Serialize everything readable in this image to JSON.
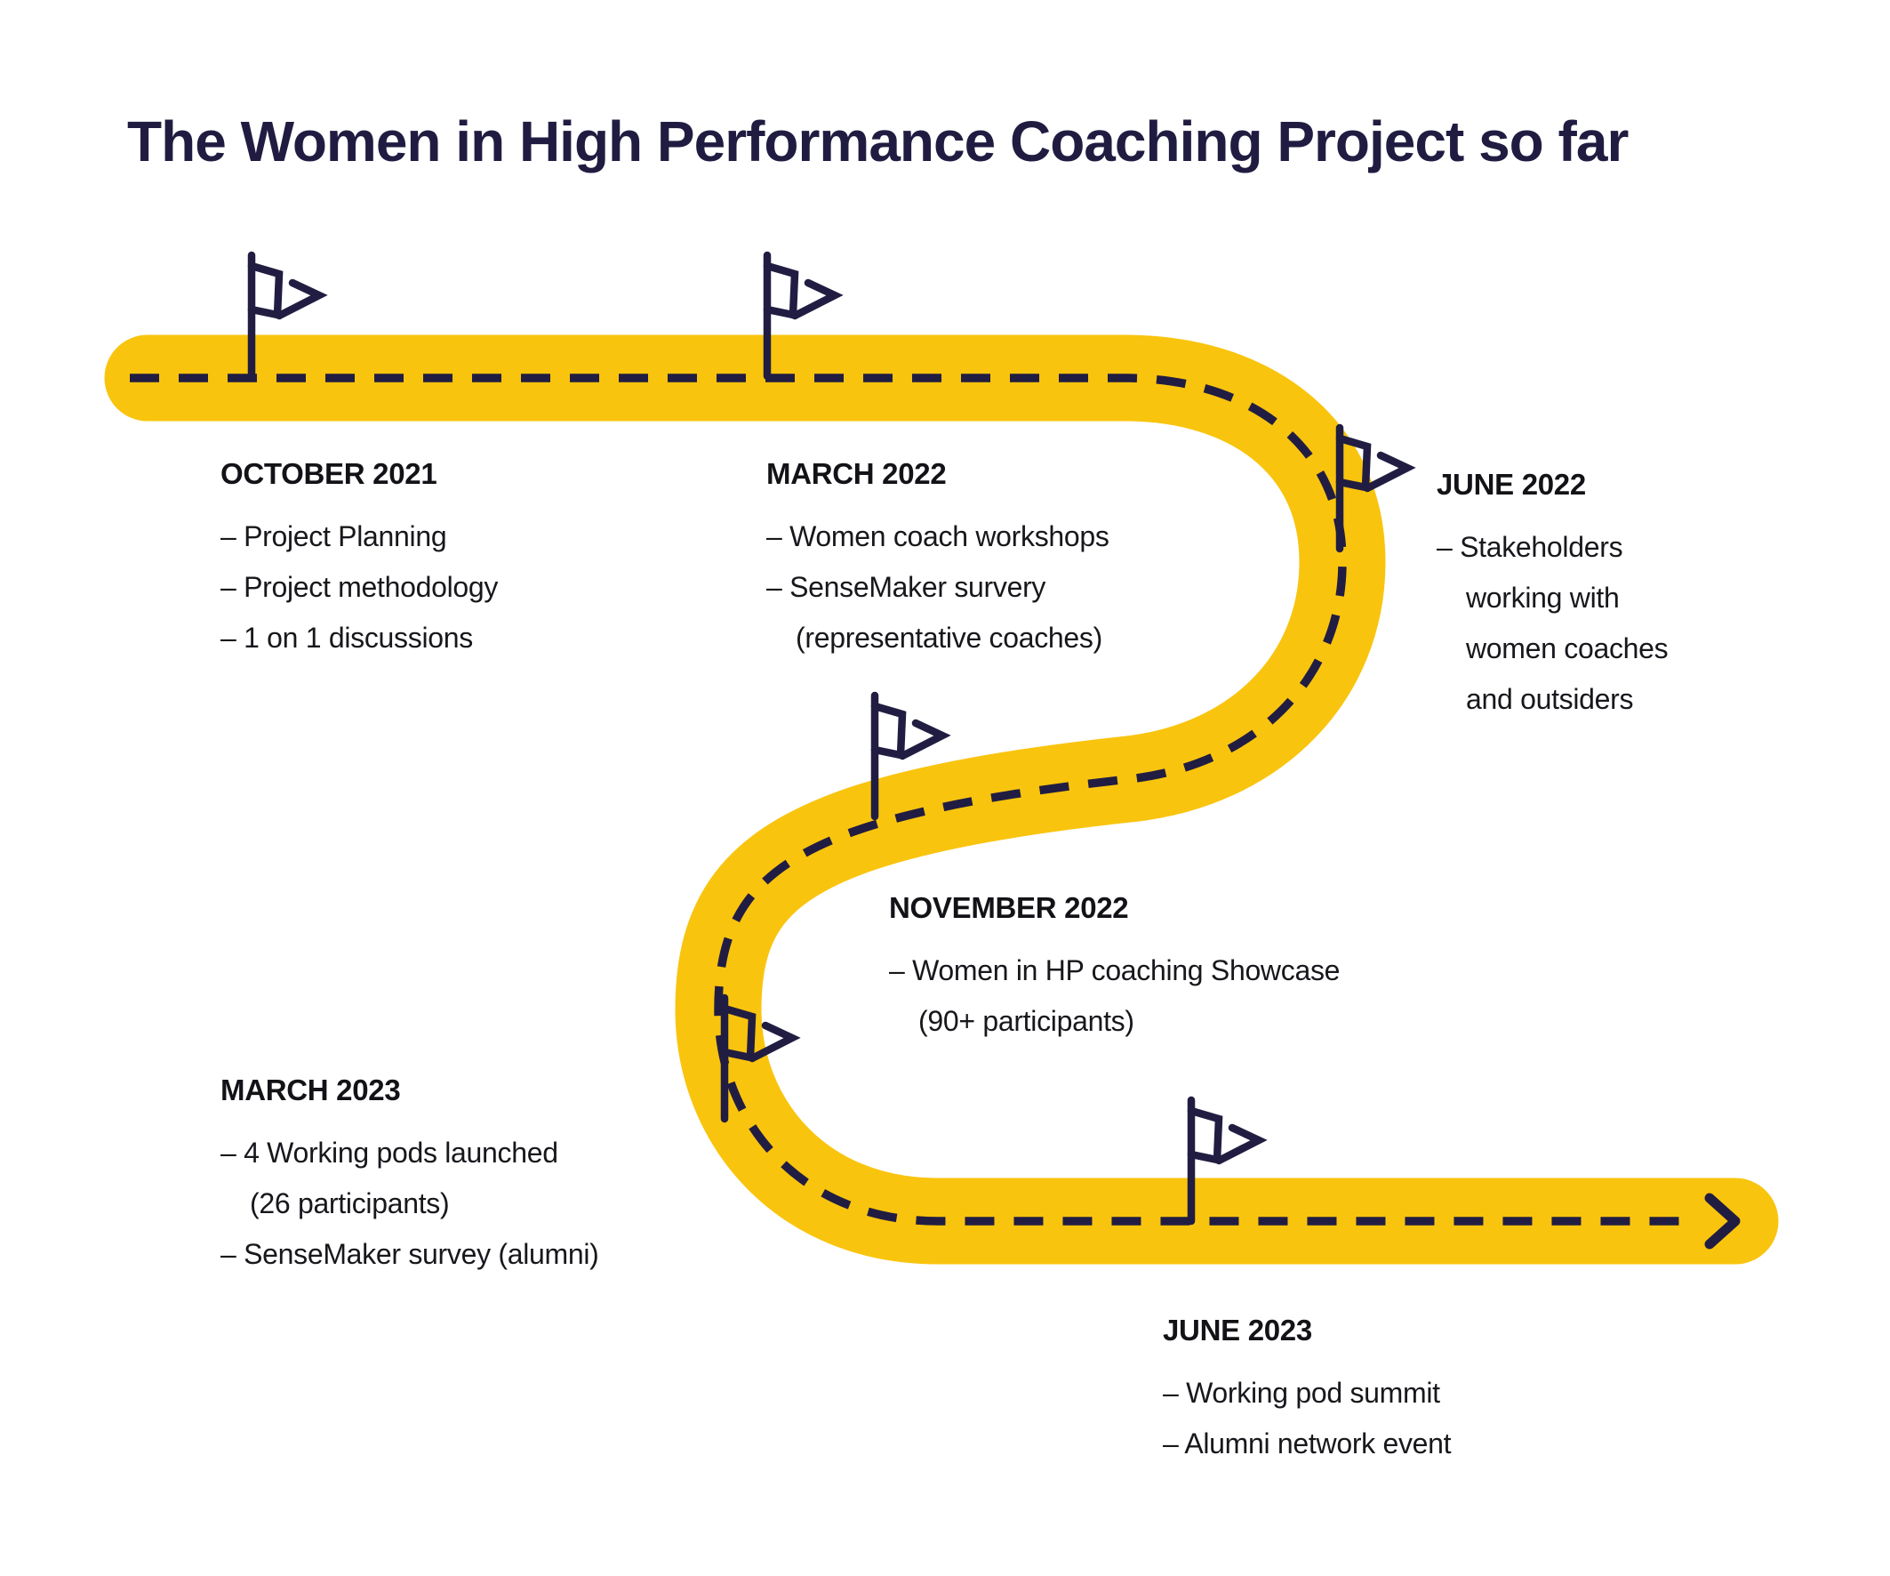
{
  "title": "The Women in High Performance Coaching Project so far",
  "milestones": [
    {
      "date": "OCTOBER 2021",
      "lines": [
        "– Project Planning",
        "– Project methodology",
        "– 1 on 1 discussions"
      ]
    },
    {
      "date": "MARCH 2022",
      "lines": [
        "– Women coach workshops",
        "– SenseMaker survery",
        "(representative coaches)"
      ]
    },
    {
      "date": "JUNE 2022",
      "lines": [
        "– Stakeholders",
        "working with",
        "women coaches",
        "and outsiders"
      ]
    },
    {
      "date": "NOVEMBER 2022",
      "lines": [
        "– Women in HP coaching Showcase",
        "(90+ participants)"
      ]
    },
    {
      "date": "MARCH 2023",
      "lines": [
        "– 4 Working pods launched",
        "(26 participants)",
        "– SenseMaker survey (alumni)"
      ]
    },
    {
      "date": "JUNE 2023",
      "lines": [
        "– Working pod summit",
        "– Alumni network event"
      ]
    }
  ],
  "icons": {
    "flag": "pennant-flag",
    "arrow": "route-end-arrowhead"
  },
  "colors": {
    "road_yellow": "#F9C40E",
    "navy": "#211D42",
    "title_navy": "#201C41",
    "text_black": "#17171C",
    "background": "#FFFFFF"
  }
}
